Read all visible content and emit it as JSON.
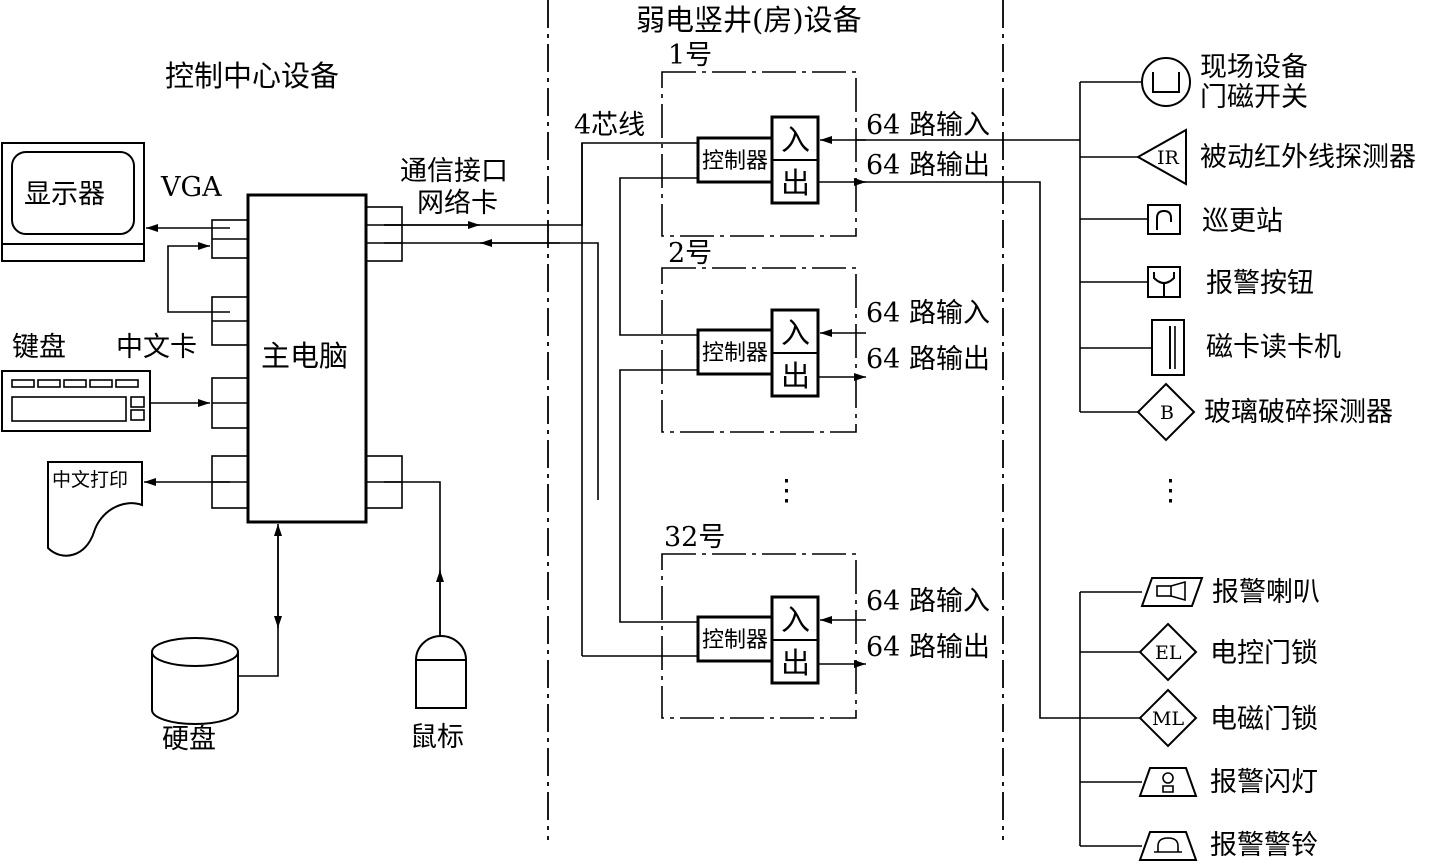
{
  "sections": {
    "control_center": "控制中心设备",
    "shaft": "弱电竖井(房)设备"
  },
  "center": {
    "monitor": "显示器",
    "vga": "VGA",
    "keyboard": "键盘",
    "chinese_card": "中文卡",
    "host": "主电脑",
    "printer": "中文打印",
    "hard_disk": "硬盘",
    "mouse": "鼠标",
    "comm_line1": "通信接口",
    "comm_line2": "网络卡",
    "wire": "4芯线"
  },
  "units": [
    {
      "label": "1号",
      "controller": "控制器",
      "in": "入",
      "out": "出",
      "input": "64 路输入",
      "output": "64 路输出"
    },
    {
      "label": "2号",
      "controller": "控制器",
      "in": "入",
      "out": "出",
      "input": "64 路输入",
      "output": "64 路输出"
    },
    {
      "label": "32号",
      "controller": "控制器",
      "in": "入",
      "out": "出",
      "input": "64 路输入",
      "output": "64 路输出"
    }
  ],
  "ellipsis": "⋮",
  "inputs": [
    {
      "label1": "现场设备",
      "label2": "门磁开关",
      "icon": "door-magnet-switch-icon"
    },
    {
      "label1": "被动红外线探测器",
      "icon": "passive-infrared-detector-icon",
      "symbol": "IR"
    },
    {
      "label1": "巡更站",
      "icon": "patrol-station-icon"
    },
    {
      "label1": "报警按钮",
      "icon": "alarm-button-icon"
    },
    {
      "label1": "磁卡读卡机",
      "icon": "card-reader-icon"
    },
    {
      "label1": "玻璃破碎探测器",
      "icon": "glass-break-detector-icon",
      "symbol": "B"
    }
  ],
  "outputs": [
    {
      "label1": "报警喇叭",
      "icon": "alarm-horn-icon"
    },
    {
      "label1": "电控门锁",
      "icon": "electric-lock-icon",
      "symbol": "EL"
    },
    {
      "label1": "电磁门锁",
      "icon": "magnetic-lock-icon",
      "symbol": "ML"
    },
    {
      "label1": "报警闪灯",
      "icon": "alarm-flash-light-icon"
    },
    {
      "label1": "报警警铃",
      "icon": "alarm-bell-icon"
    }
  ]
}
